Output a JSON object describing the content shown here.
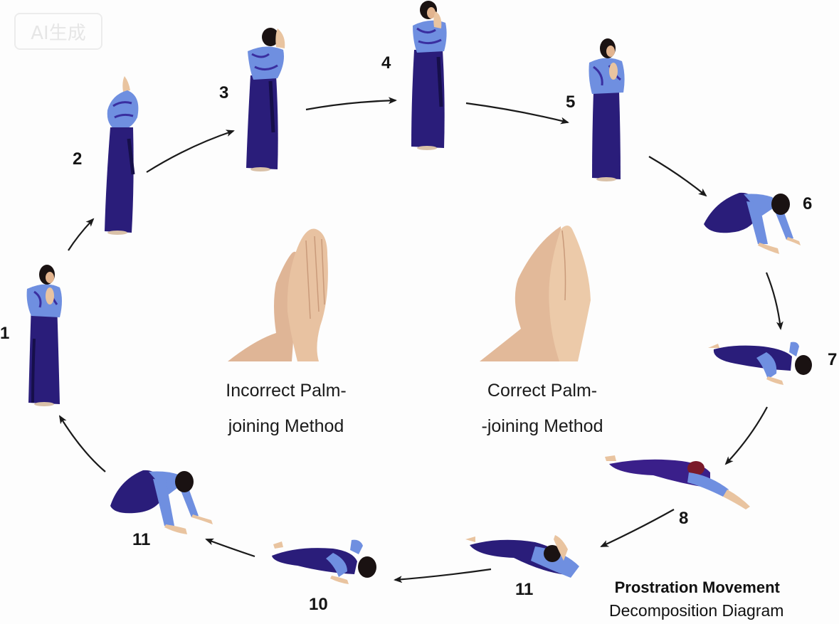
{
  "watermark": {
    "text": "AI生成"
  },
  "title": {
    "line1": "Prostration Movement",
    "line2": "Decomposition Diagram"
  },
  "center_panels": [
    {
      "id": "incorrect",
      "caption_line1": "Incorrect Palm-",
      "caption_line2": "joining Method",
      "icon": "joined-palms-incorrect-icon"
    },
    {
      "id": "correct",
      "caption_line1": "Correct Palm-",
      "caption_line2": "-joining Method",
      "icon": "joined-palms-correct-icon"
    }
  ],
  "steps": [
    {
      "label": "1",
      "pose": "standing, palms joined at chest"
    },
    {
      "label": "2",
      "pose": "standing, palms raised above head"
    },
    {
      "label": "3",
      "pose": "standing, palms at forehead"
    },
    {
      "label": "4",
      "pose": "standing, palms at mouth"
    },
    {
      "label": "5",
      "pose": "standing, palms at chest"
    },
    {
      "label": "6",
      "pose": "kneeling, hands on floor"
    },
    {
      "label": "7",
      "pose": "lowering body to floor"
    },
    {
      "label": "8",
      "pose": "fully prostrate, arms extended"
    },
    {
      "label": "11",
      "pose": "prostrate, palms raised"
    },
    {
      "label": "10",
      "pose": "prostrate, rising"
    },
    {
      "label": "11",
      "pose": "kneeling, hands on floor (return)"
    }
  ],
  "colors": {
    "robe": "#2a1d7a",
    "robe_dark": "#160f4a",
    "sleeve": "#6f8fe0",
    "skin": "#e9c4a0",
    "hair": "#1a1212",
    "arrow": "#1a1a1a",
    "background": "#fdfdfd"
  }
}
